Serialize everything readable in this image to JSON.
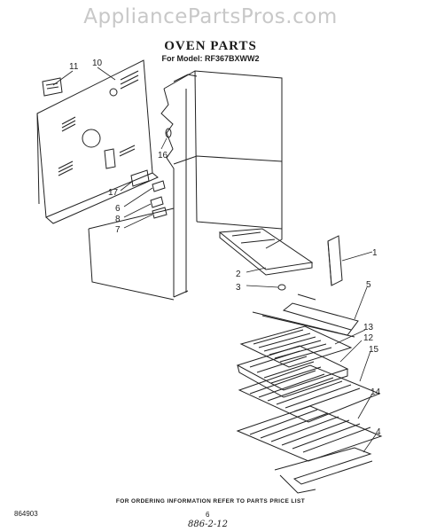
{
  "watermark": "AppliancePartsPros.com",
  "title": "OVEN PARTS",
  "model_line": "For Model: RF367BXWW2",
  "callouts": [
    {
      "id": "11",
      "label": "11"
    },
    {
      "id": "10",
      "label": "10"
    },
    {
      "id": "16",
      "label": "16"
    },
    {
      "id": "17",
      "label": "17"
    },
    {
      "id": "6",
      "label": "6"
    },
    {
      "id": "8",
      "label": "8"
    },
    {
      "id": "7",
      "label": "7"
    },
    {
      "id": "1",
      "label": "1"
    },
    {
      "id": "2",
      "label": "2"
    },
    {
      "id": "3",
      "label": "3"
    },
    {
      "id": "5",
      "label": "5"
    },
    {
      "id": "13",
      "label": "13"
    },
    {
      "id": "12",
      "label": "12"
    },
    {
      "id": "15",
      "label": "15"
    },
    {
      "id": "14",
      "label": "14"
    },
    {
      "id": "4",
      "label": "4"
    }
  ],
  "footer": "FOR ORDERING INFORMATION REFER TO PARTS PRICE LIST",
  "drawing_code": "864903",
  "page_number": "6",
  "handwritten_note": "886-2-12"
}
